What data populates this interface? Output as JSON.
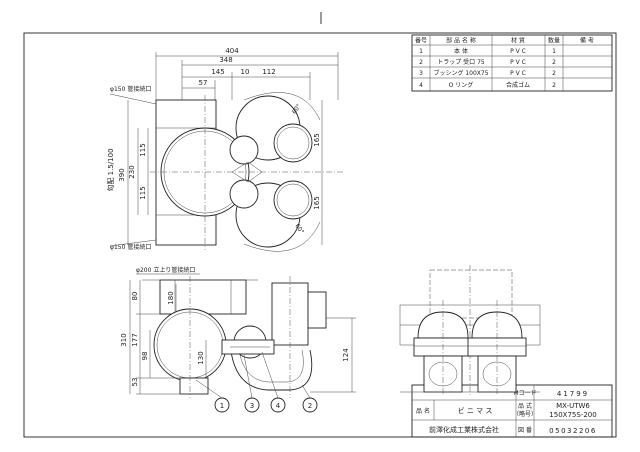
{
  "parts_table": {
    "headers": [
      "番号",
      "部 品 名 称",
      "材 質",
      "数量",
      "備 考"
    ],
    "rows": [
      [
        "1",
        "本 体",
        "P V C",
        "1",
        ""
      ],
      [
        "2",
        "トラップ 受口 75",
        "P V C",
        "2",
        ""
      ],
      [
        "3",
        "ブッシング 100X75",
        "P V C",
        "2",
        ""
      ],
      [
        "4",
        "O リング",
        "合成ゴム",
        "2",
        ""
      ]
    ]
  },
  "title_block": {
    "mcode_label": "Mコード",
    "mcode_value": "41799",
    "name_label": "品 名",
    "name_value": "ビ ニ マ ス",
    "model_label_1": "品 式",
    "model_label_2": "（略号）",
    "model_value_1": "MX-UTW6",
    "model_value_2": "150X75S-200",
    "company": "前澤化成工業株式会社",
    "drawing_no_label": "図 番",
    "drawing_no": "05032206"
  },
  "plan_view": {
    "dim_total_width": "404",
    "dim_348": "348",
    "dim_145": "145",
    "dim_10": "10",
    "dim_112": "112",
    "dim_57": "57",
    "dim_390": "390",
    "dim_230": "230",
    "dim_115_top": "115",
    "dim_115_bottom": "115",
    "dim_165_top": "165",
    "dim_165_bottom": "165",
    "angle_top": "60°",
    "angle_bottom": "60°",
    "slope": "勾配 1.5/100",
    "label_outlet": "φ150 管接続口",
    "label_inlet": "φ150 管接続口"
  },
  "front_view": {
    "label_riser": "φ200 立上り管接続口",
    "dim_310": "310",
    "dim_80": "80",
    "dim_177": "177",
    "dim_98": "98",
    "dim_53": "53",
    "dim_180": "180",
    "dim_130": "130",
    "dim_124": "124",
    "balloons": [
      "1",
      "3",
      "4",
      "2"
    ]
  }
}
